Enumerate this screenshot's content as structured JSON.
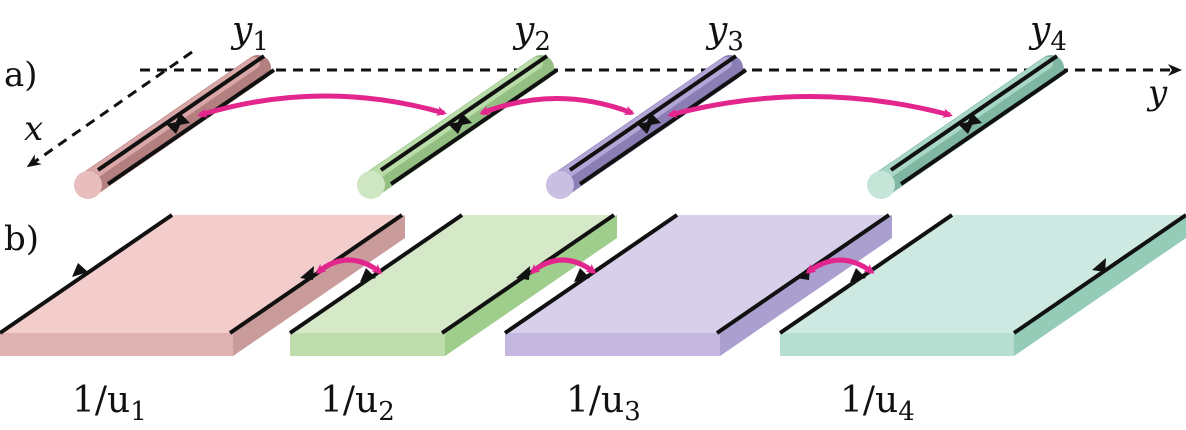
{
  "panels": {
    "a": {
      "label": "a)"
    },
    "b": {
      "label": "b)"
    }
  },
  "axes": {
    "x": "x",
    "y": "y"
  },
  "wires": [
    {
      "label": "y",
      "sub": "1",
      "fill": "#d9a7a7",
      "shade": "#b47f7f",
      "cap": "#e7bdbd"
    },
    {
      "label": "y",
      "sub": "2",
      "fill": "#b9dca8",
      "shade": "#94bf83",
      "cap": "#cfe6c2"
    },
    {
      "label": "y",
      "sub": "3",
      "fill": "#b3a6d6",
      "shade": "#8a7eb4",
      "cap": "#c8bfe3"
    },
    {
      "label": "y",
      "sub": "4",
      "fill": "#a9d7c5",
      "shade": "#7fb7a2",
      "cap": "#c5e5d8"
    }
  ],
  "slabs": [
    {
      "label": "1/u",
      "sub": "1",
      "top": "#f3cccc",
      "front": "#dfb2b2",
      "side": "#c99b9b"
    },
    {
      "label": "1/u",
      "sub": "2",
      "top": "#d5e9c9",
      "front": "#bfdcad",
      "side": "#9fcd8c"
    },
    {
      "label": "1/u",
      "sub": "3",
      "top": "#d8d0eb",
      "front": "#c3b7df",
      "side": "#ab9fd0"
    },
    {
      "label": "1/u",
      "sub": "4",
      "top": "#cde9e1",
      "front": "#b7dfd1",
      "side": "#94ccb8"
    }
  ],
  "coupling_color": "#e2268e"
}
